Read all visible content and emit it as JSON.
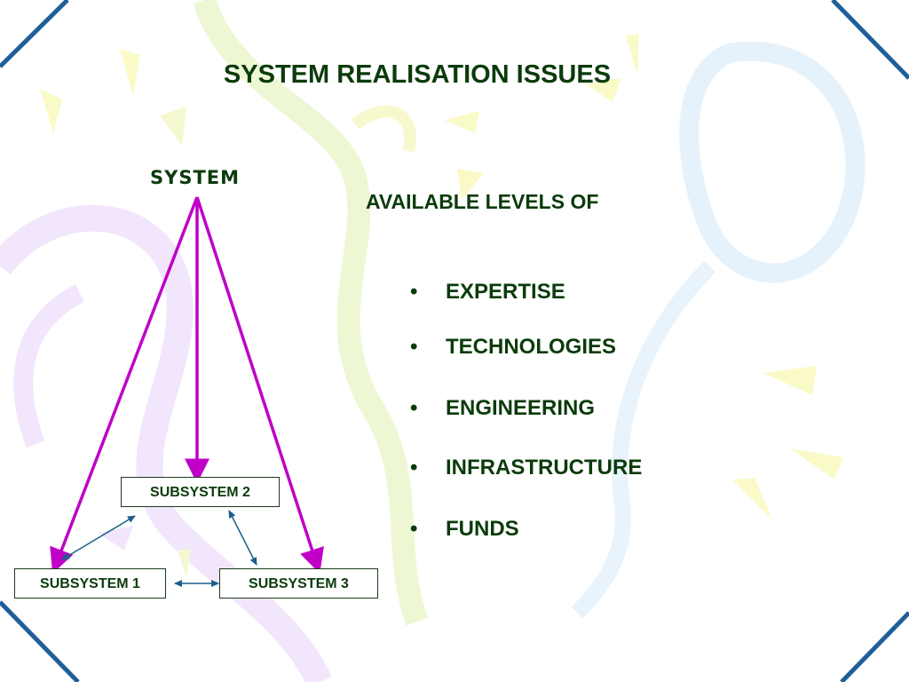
{
  "title": "SYSTEM REALISATION ISSUES",
  "system_label": "SYSTEM",
  "levels_heading": "AVAILABLE LEVELS OF",
  "bullet_char": "•",
  "bullets": [
    "EXPERTISE",
    "TECHNOLOGIES",
    "ENGINEERING",
    "INFRASTRUCTURE",
    "FUNDS"
  ],
  "subsystems": {
    "one": "SUBSYSTEM 1",
    "two": "SUBSYSTEM 2",
    "three": "SUBSYSTEM 3"
  },
  "colors": {
    "text": "#0b3b0b",
    "hierarchy_arrow": "#c000c8",
    "link_arrow": "#1a5f8a",
    "corner_line": "#1f5f99"
  }
}
